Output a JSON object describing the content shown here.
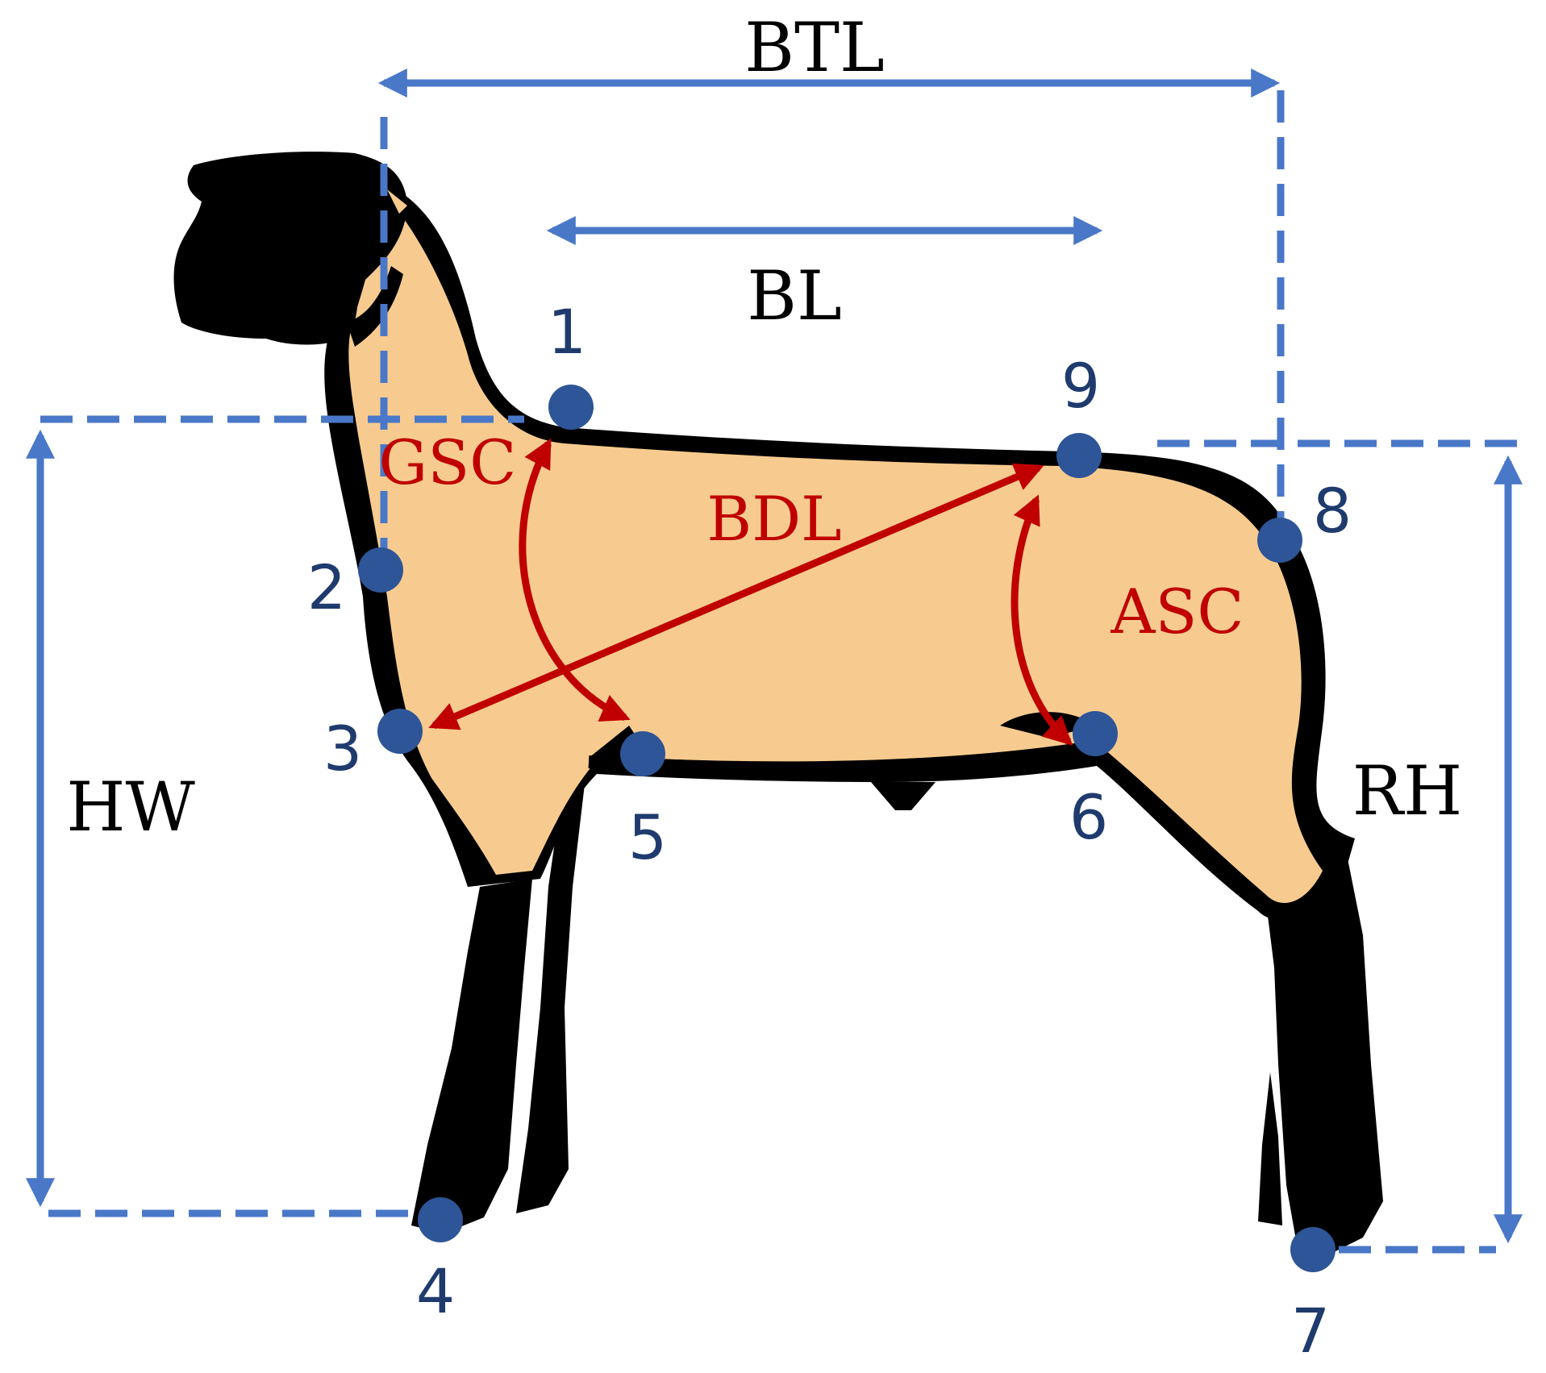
{
  "diagram": {
    "colors": {
      "measure_blue": "#4a78c8",
      "point_blue": "#2d5597",
      "label_navy": "#1f3b6e",
      "red": "#c00000",
      "wool": "#f7cb8f",
      "outline": "#000000"
    },
    "measurements": {
      "btl": "BTL",
      "bl": "BL",
      "hw": "HW",
      "rh": "RH",
      "gsc": "GSC",
      "bdl": "BDL",
      "asc": "ASC"
    },
    "points": [
      "1",
      "2",
      "3",
      "4",
      "5",
      "6",
      "7",
      "8",
      "9"
    ]
  }
}
